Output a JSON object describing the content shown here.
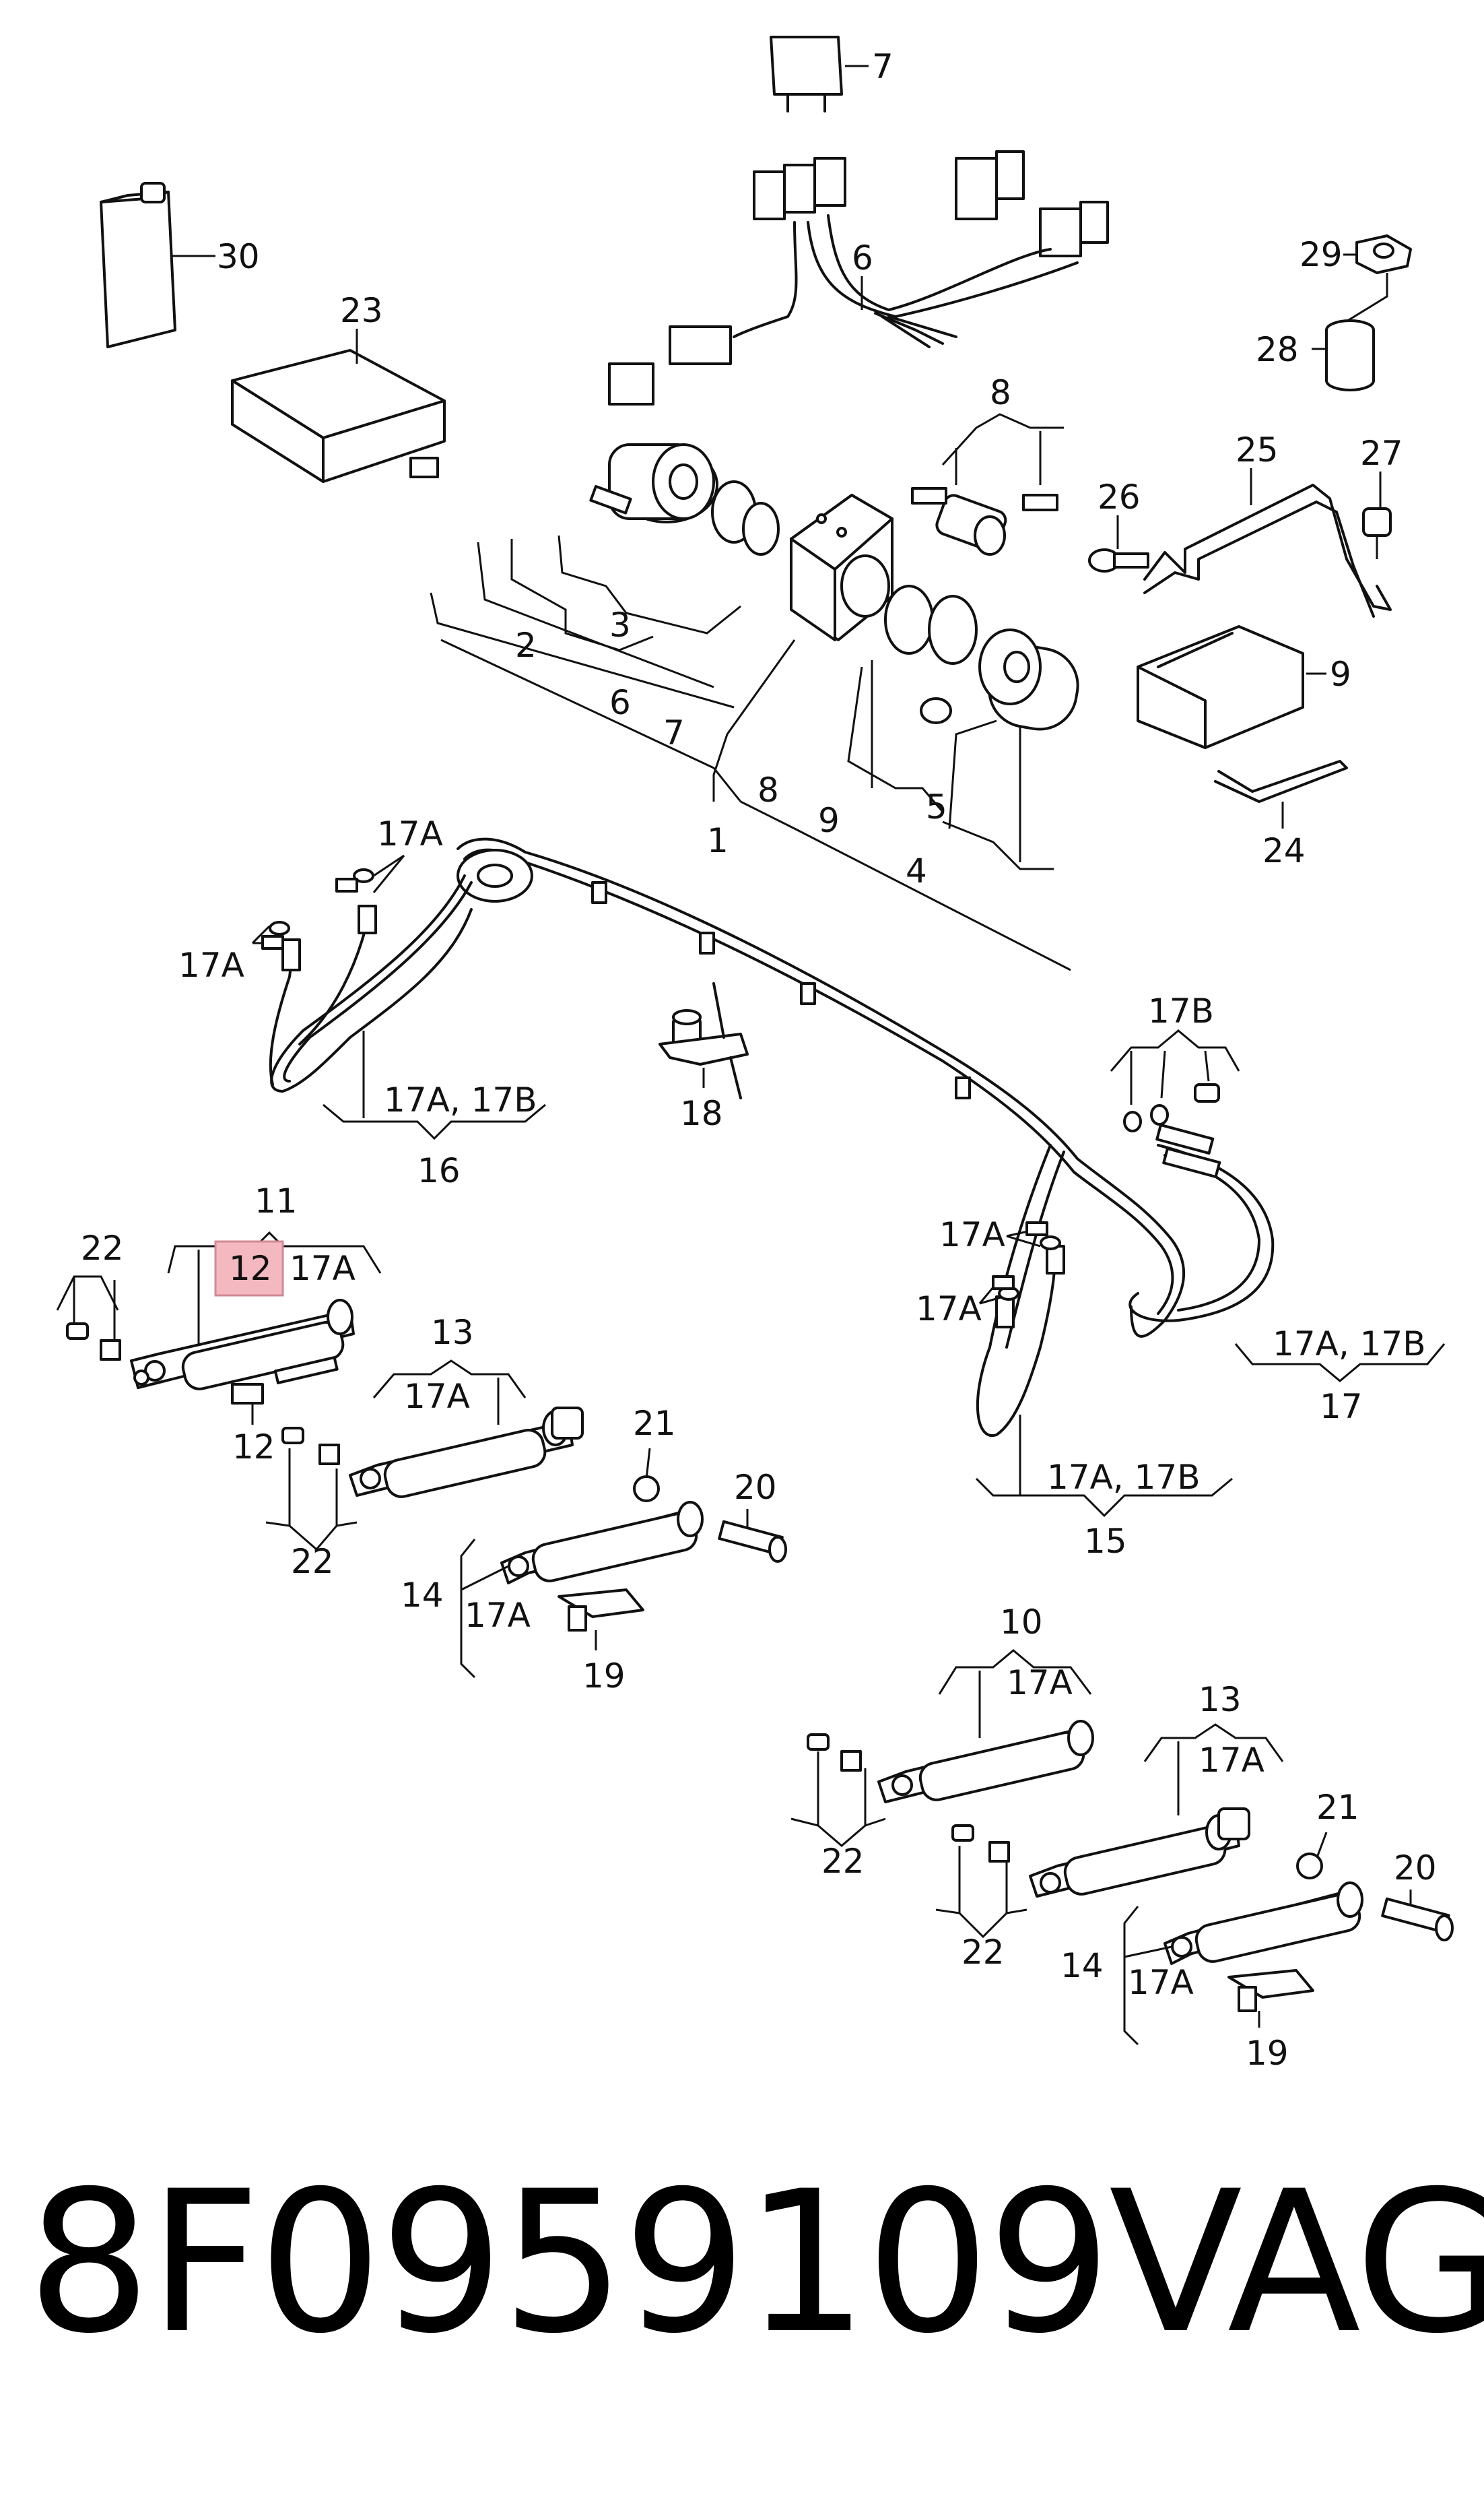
{
  "labels": {
    "n30": "30",
    "n23": "23",
    "n7": "7",
    "n6": "6",
    "n8": "8",
    "n29": "29",
    "n28": "28",
    "n25": "25",
    "n26": "26",
    "n27": "27",
    "n9": "9",
    "n24": "24",
    "n2": "2",
    "n3": "3",
    "n6b": "6",
    "n7b": "7",
    "n1": "1",
    "n8b": "8",
    "n9b": "9",
    "n5": "5",
    "n4": "4",
    "n17a_1": "17A",
    "n17a_2": "17A",
    "n17a17b_16": "17A, 17B",
    "n16": "16",
    "n18": "18",
    "n17b": "17B",
    "n11": "11",
    "n12_box": "12",
    "n17a_11": "17A",
    "n22_1": "22",
    "n12": "12",
    "n13_1": "13",
    "n17a_13a": "17A",
    "n22_2": "22",
    "n21_1": "21",
    "n20_1": "20",
    "n14_1": "14",
    "n17a_14a": "17A",
    "n19_1": "19",
    "n17a_3": "17A",
    "n17a_4": "17A",
    "n17a17b_15": "17A, 17B",
    "n15": "15",
    "n17a17b_17": "17A, 17B",
    "n17": "17",
    "n10": "10",
    "n17a_10": "17A",
    "n22_3": "22",
    "n13_2": "13",
    "n17a_13b": "17A",
    "n22_4": "22",
    "n21_2": "21",
    "n20_2": "20",
    "n14_2": "14",
    "n17a_14b": "17A",
    "n19_2": "19"
  },
  "highlight_color": "#f4b8c0",
  "caption": {
    "part_number": "8F0959109",
    "brand": "VAG"
  }
}
